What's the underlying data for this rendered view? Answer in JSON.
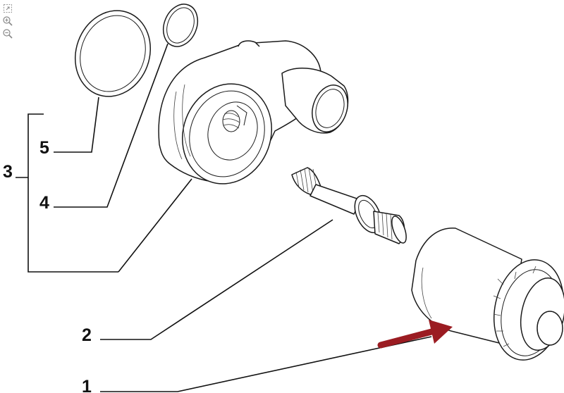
{
  "toolbar": {
    "icons": [
      "fit-page-icon",
      "zoom-in-icon",
      "zoom-out-icon"
    ]
  },
  "callouts": {
    "c1": "1",
    "c2": "2",
    "c3": "3",
    "c4": "4",
    "c5": "5"
  },
  "colors": {
    "arrow": "#9b1c22",
    "ink": "#111111"
  }
}
